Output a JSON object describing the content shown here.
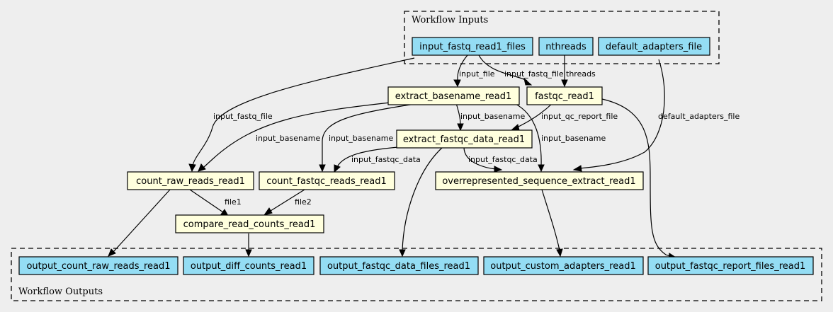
{
  "colors": {
    "background": "#eeeeee",
    "io_node": "#94ddf4",
    "step_node": "#ffffdd",
    "stroke": "#000000"
  },
  "clusters": {
    "inputs": {
      "label": "Workflow Inputs"
    },
    "outputs": {
      "label": "Workflow Outputs"
    }
  },
  "inputs": {
    "input_fastq_read1_files": "input_fastq_read1_files",
    "nthreads": "nthreads",
    "default_adapters_file": "default_adapters_file"
  },
  "steps": {
    "extract_basename_read1": "extract_basename_read1",
    "fastqc_read1": "fastqc_read1",
    "extract_fastqc_data_read1": "extract_fastqc_data_read1",
    "count_raw_reads_read1": "count_raw_reads_read1",
    "count_fastqc_reads_read1": "count_fastqc_reads_read1",
    "overrepresented_sequence_extract_read1": "overrepresented_sequence_extract_read1",
    "compare_read_counts_read1": "compare_read_counts_read1"
  },
  "outputs": {
    "output_count_raw_reads_read1": "output_count_raw_reads_read1",
    "output_diff_counts_read1": "output_diff_counts_read1",
    "output_fastqc_data_files_read1": "output_fastqc_data_files_read1",
    "output_custom_adapters_read1": "output_custom_adapters_read1",
    "output_fastqc_report_files_read1": "output_fastqc_report_files_read1"
  },
  "edge_labels": {
    "input_file": "input_file",
    "input_fastq_file_fastqc": "input_fastq_file",
    "threads": "threads",
    "input_fastq_file_count": "input_fastq_file",
    "default_adapters_file": "default_adapters_file",
    "input_basename_raw": "input_basename",
    "input_basename_count_fastqc": "input_basename",
    "input_basename_extract_data": "input_basename",
    "input_basename_overrep": "input_basename",
    "input_qc_report_file": "input_qc_report_file",
    "input_fastqc_data_count": "input_fastqc_data",
    "input_fastqc_data_overrep": "input_fastqc_data",
    "file1": "file1",
    "file2": "file2"
  }
}
